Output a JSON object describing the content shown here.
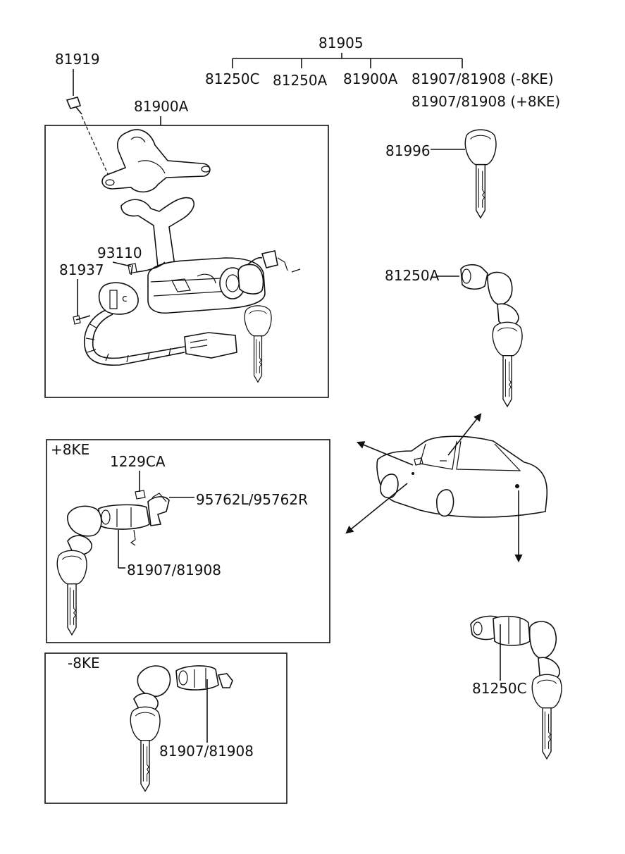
{
  "labels": {
    "kit": "81905",
    "kit_sub_1": "81250C",
    "kit_sub_2": "81250A",
    "kit_sub_3": "81900A",
    "kit_sub_4": "81907/81908 (-8KE)",
    "kit_sub_5": "81907/81908 (+8KE)",
    "bolt": "81919",
    "lock_assy": "81900A",
    "lamp": "93110",
    "screw": "81937",
    "key_blank": "81996",
    "door_lock_a": "81250A",
    "plus_section_title": "+8KE",
    "plus_screw": "1229CA",
    "plus_lever": "95762L/95762R",
    "plus_cylinder": "81907/81908",
    "minus_section_title": "-8KE",
    "minus_cylinder": "81907/81908",
    "trunk_lock": "81250C"
  }
}
